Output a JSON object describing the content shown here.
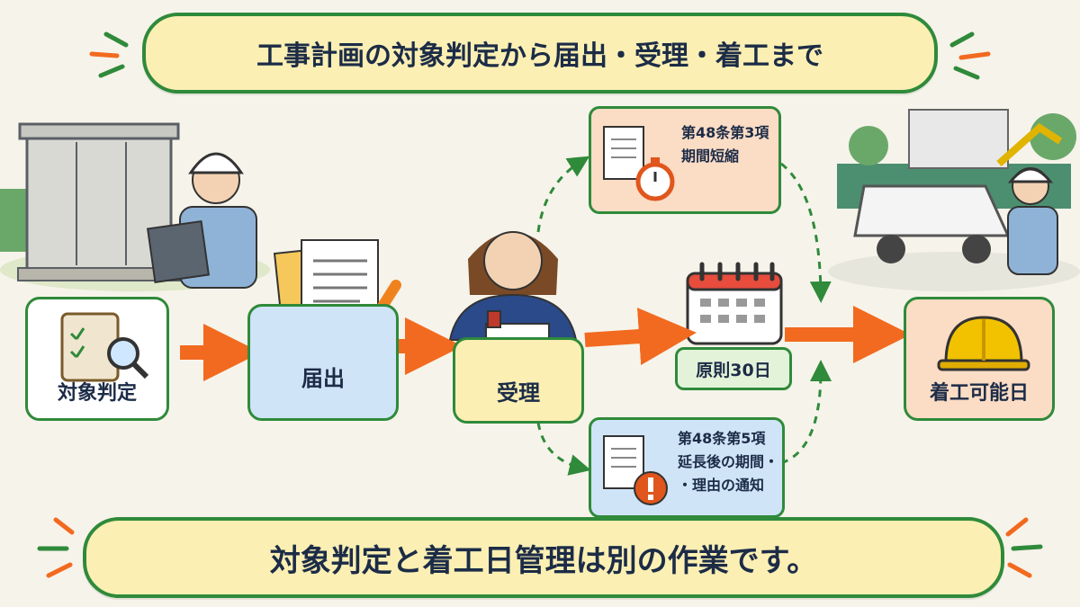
{
  "header": {
    "title": "工事計画の対象判定から届出・受理・着工まで"
  },
  "steps": [
    {
      "id": "judge",
      "label": "対象判定"
    },
    {
      "id": "notify",
      "label": "届出"
    },
    {
      "id": "accept",
      "label": "受理"
    },
    {
      "id": "start",
      "label": "着工可能日"
    }
  ],
  "rule": {
    "label": "原則30日"
  },
  "shorten": {
    "line1": "第48条第3項",
    "line2": "期間短縮"
  },
  "extend": {
    "line1": "第48条第5項",
    "line2": "延長後の期間・",
    "line3": "・理由の通知"
  },
  "footer": {
    "message": "対象判定と着工日管理は別の作業です。"
  },
  "colors": {
    "green": "#2f8a3a",
    "orange": "#f26a1f",
    "yellow": "#fbefb3",
    "blue": "#cfe4f7",
    "peach": "#fbdcc4"
  }
}
